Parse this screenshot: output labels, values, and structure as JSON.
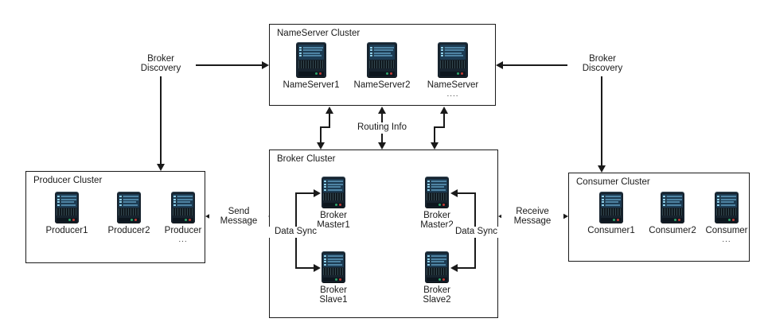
{
  "diagram": {
    "clusters": {
      "nameserver": {
        "title": "NameServer Cluster",
        "nodes": [
          {
            "lines": [
              "NameServer1"
            ]
          },
          {
            "lines": [
              "NameServer2"
            ]
          },
          {
            "lines": [
              "NameServer"
            ],
            "ellipsis": "...."
          }
        ]
      },
      "broker": {
        "title": "Broker Cluster",
        "nodes": [
          {
            "lines": [
              "Broker",
              "Master1"
            ]
          },
          {
            "lines": [
              "Broker",
              "Master2"
            ]
          },
          {
            "lines": [
              "Broker",
              "Slave1"
            ]
          },
          {
            "lines": [
              "Broker",
              "Slave2"
            ]
          }
        ]
      },
      "producer": {
        "title": "Producer Cluster",
        "nodes": [
          {
            "lines": [
              "Producer1"
            ]
          },
          {
            "lines": [
              "Producer2"
            ]
          },
          {
            "lines": [
              "Producer"
            ],
            "ellipsis": "..."
          }
        ]
      },
      "consumer": {
        "title": "Consumer Cluster",
        "nodes": [
          {
            "lines": [
              "Consumer1"
            ]
          },
          {
            "lines": [
              "Consumer2"
            ]
          },
          {
            "lines": [
              "Consumer"
            ],
            "ellipsis": "..."
          }
        ]
      }
    },
    "labels": {
      "broker_discovery_left": "Broker\nDiscovery",
      "broker_discovery_right": "Broker\nDiscovery",
      "routing_info": "Routing Info",
      "send_message": "Send\nMessage",
      "receive_message": "Receive\nMessage",
      "data_sync_left": "Data Sync",
      "data_sync_right": "Data Sync"
    },
    "colors": {
      "line": "#1a1a1a",
      "background": "#ffffff",
      "icon_body": "#17232e",
      "icon_screen": "#1d3c53",
      "icon_stripe": "#4e83a3",
      "led_green": "#2ea56a",
      "led_red": "#c23b36"
    }
  }
}
